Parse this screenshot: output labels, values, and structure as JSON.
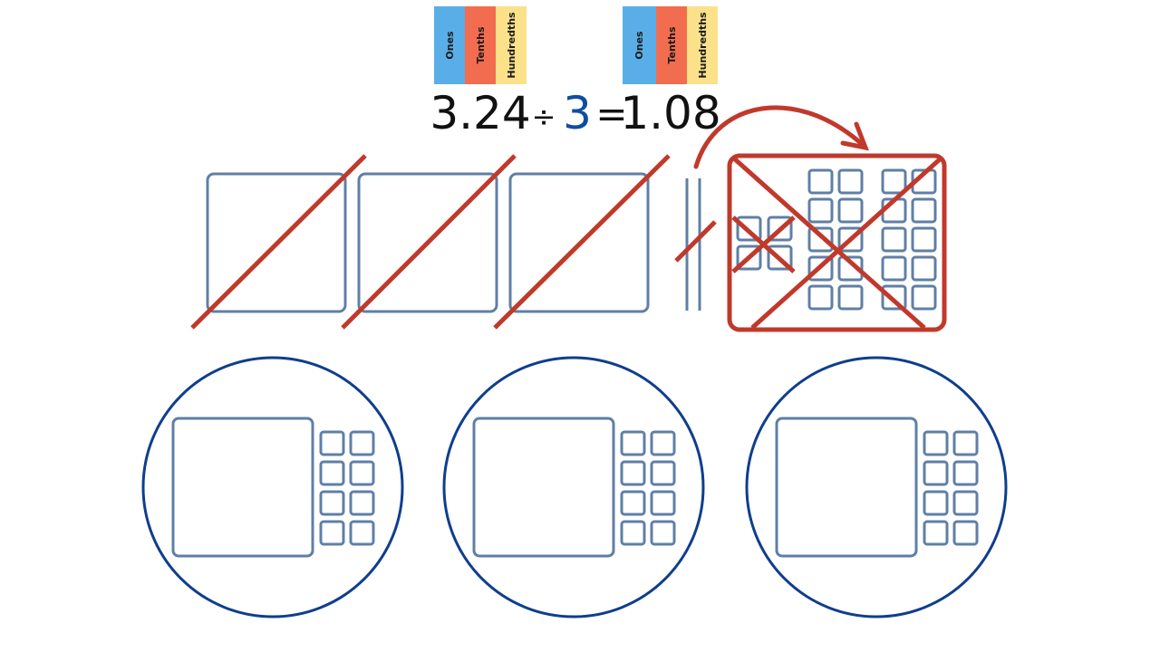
{
  "place_value_headers": {
    "left": [
      "Ones",
      "Tenths",
      "Hundredths"
    ],
    "right": [
      "Ones",
      "Tenths",
      "Hundredths"
    ]
  },
  "equation": {
    "dividend": "3.24",
    "operator": "÷",
    "divisor": "3",
    "equals": "=",
    "quotient": "1.08"
  },
  "colors": {
    "ones": "#5aaee8",
    "tenths": "#f26d4f",
    "hundredths": "#fbe189",
    "block_stroke": "#5f7fa6",
    "cross_out": "#c0392b",
    "group_circle": "#0f3e8c",
    "divisor_text": "#0f4da2",
    "equation_text": "#111111"
  },
  "model": {
    "ones_blocks": 3,
    "tenths_rods": 2,
    "hundredths_squares_initial": 4,
    "regrouped_hundredths": 20,
    "groups": 3,
    "ones_per_group": 1,
    "tenths_per_group": 0,
    "hundredths_per_group": 8
  },
  "icons": {
    "regroup_arrow": "curved-arrow-icon",
    "cross_out": "cross-out-icon"
  }
}
